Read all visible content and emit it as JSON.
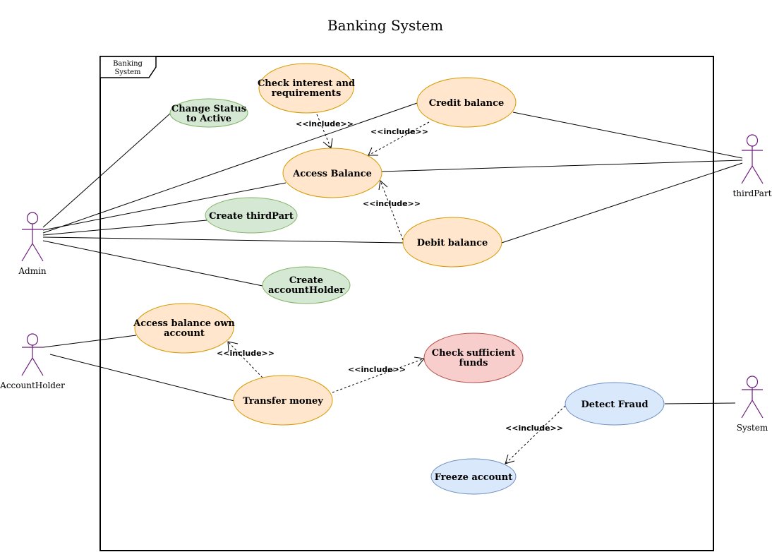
{
  "title": "Banking System",
  "frame_label": [
    "Banking",
    "System"
  ],
  "colors": {
    "orange_fill": "#ffe6cc",
    "orange_stroke": "#d79b00",
    "green_fill": "#d5e8d4",
    "green_stroke": "#82b366",
    "red_fill": "#f8cecc",
    "red_stroke": "#b85450",
    "blue_fill": "#dae8fc",
    "blue_stroke": "#6c8ebf",
    "actor_stroke": "#6a1b7a"
  },
  "actors": {
    "admin": "Admin",
    "accountholder": "AccountHolder",
    "thirdpart": "thirdPart",
    "system": "System"
  },
  "usecases": {
    "check_interest": [
      "Check interest and",
      "requirements"
    ],
    "change_status": [
      "Change Status",
      "to Active"
    ],
    "credit_balance": [
      "Credit balance"
    ],
    "access_balance": [
      "Access Balance"
    ],
    "create_thirdpart": [
      "Create thirdPart"
    ],
    "debit_balance": [
      "Debit balance"
    ],
    "create_accountholder": [
      "Create",
      "accountHolder"
    ],
    "access_balance_own": [
      "Access balance own",
      "account"
    ],
    "check_funds": [
      "Check sufficient",
      "funds"
    ],
    "transfer_money": [
      "Transfer money"
    ],
    "detect_fraud": [
      "Detect Fraud"
    ],
    "freeze_account": [
      "Freeze account"
    ]
  },
  "include_label": "<<include>>"
}
